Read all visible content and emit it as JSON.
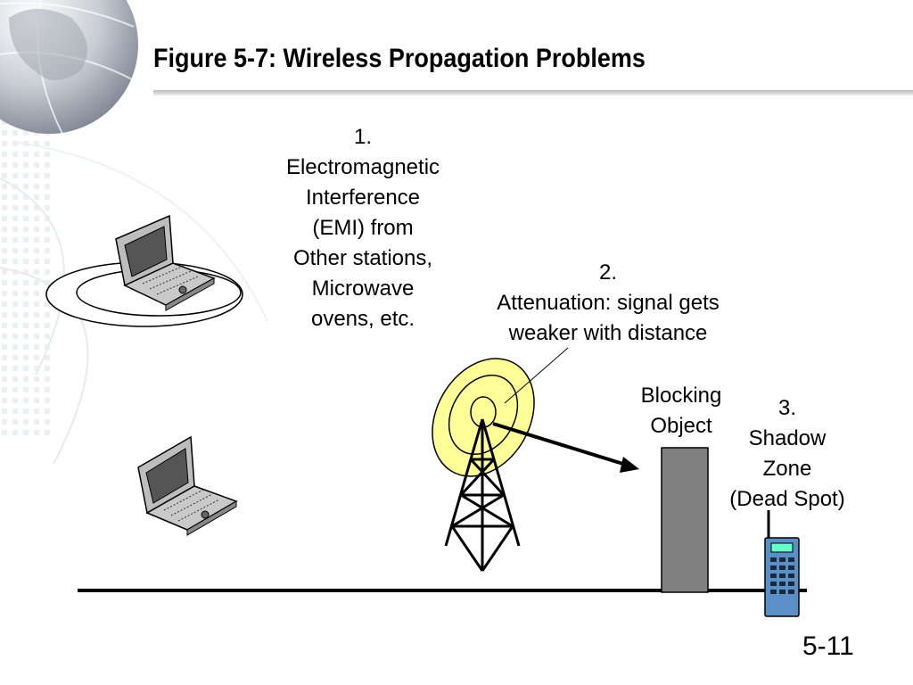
{
  "title": "Figure 5-7: Wireless Propagation Problems",
  "labels": {
    "emi": [
      "1.",
      "Electromagnetic",
      "Interference",
      "(EMI) from",
      "Other stations,",
      "Microwave",
      "ovens, etc."
    ],
    "attenuation": [
      "2.",
      "Attenuation: signal gets",
      "weaker with distance"
    ],
    "blocking": [
      "Blocking",
      "Object"
    ],
    "shadow": [
      "3.",
      "Shadow",
      "Zone",
      "(Dead Spot)"
    ]
  },
  "page_number": "5-11",
  "colors": {
    "signal_fill": "#ffff99",
    "blocking_object": "#808080",
    "phone_body": "#5a8fc8",
    "phone_screen": "#66ffcc"
  }
}
